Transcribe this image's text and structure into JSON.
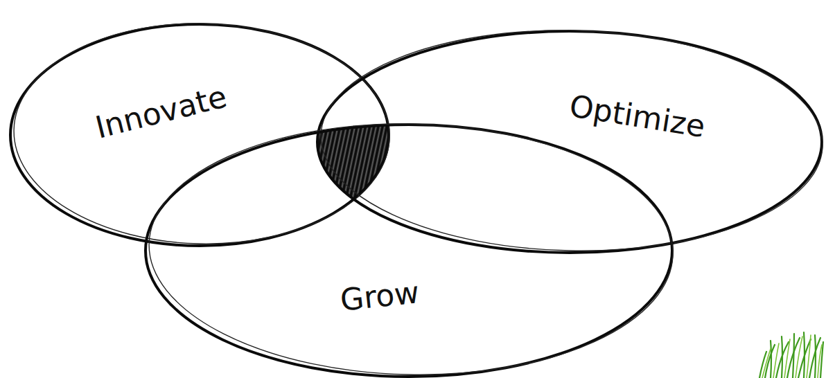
{
  "diagram": {
    "nodes": [
      {
        "text": [
          "Innovate"
        ]
      },
      {
        "text": [
          "Optimize"
        ]
      },
      {
        "text": [
          "Grow"
        ]
      }
    ]
  }
}
